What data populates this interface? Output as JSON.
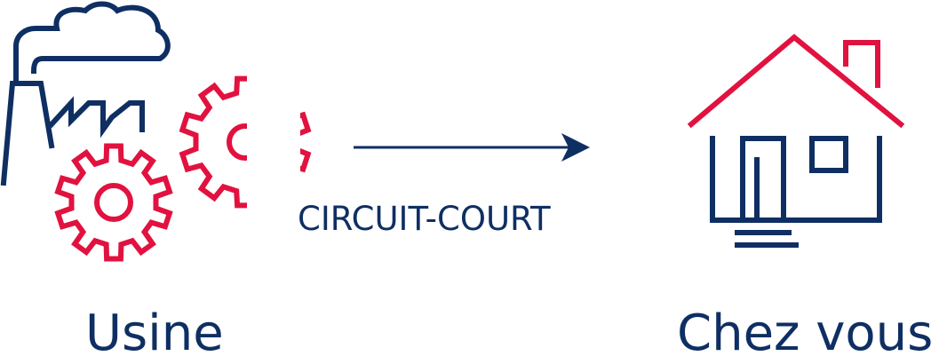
{
  "colors": {
    "navy": "#0f2f63",
    "red": "#e1123f"
  },
  "icons": {
    "factory": "factory-icon",
    "gears": "gears-icon",
    "house": "house-icon",
    "arrow": "arrow-right-icon"
  },
  "labels": {
    "source": "Usine",
    "connector": "CIRCUIT-COURT",
    "destination": "Chez vous"
  }
}
